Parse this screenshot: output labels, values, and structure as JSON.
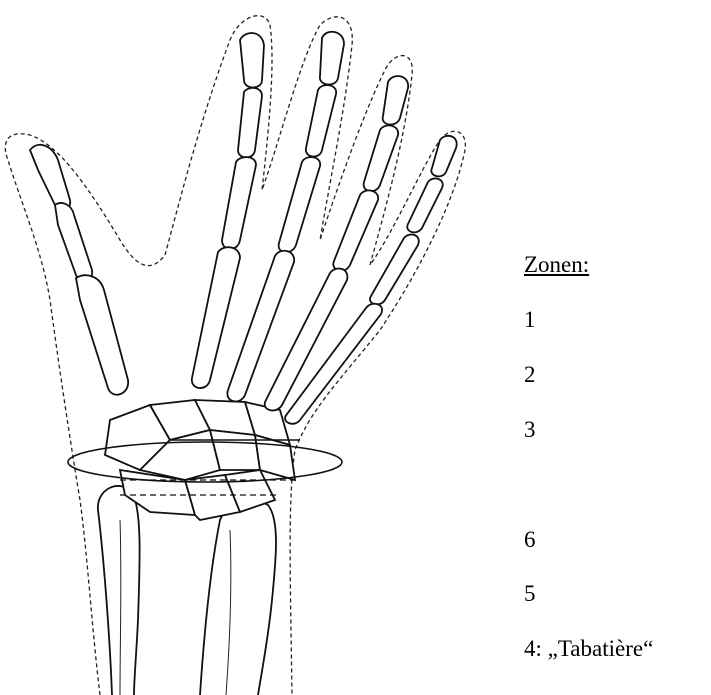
{
  "legend": {
    "title": "Zonen:",
    "zones": [
      "1",
      "2",
      "3",
      "6",
      "5",
      "4: „Tabatière“"
    ]
  }
}
